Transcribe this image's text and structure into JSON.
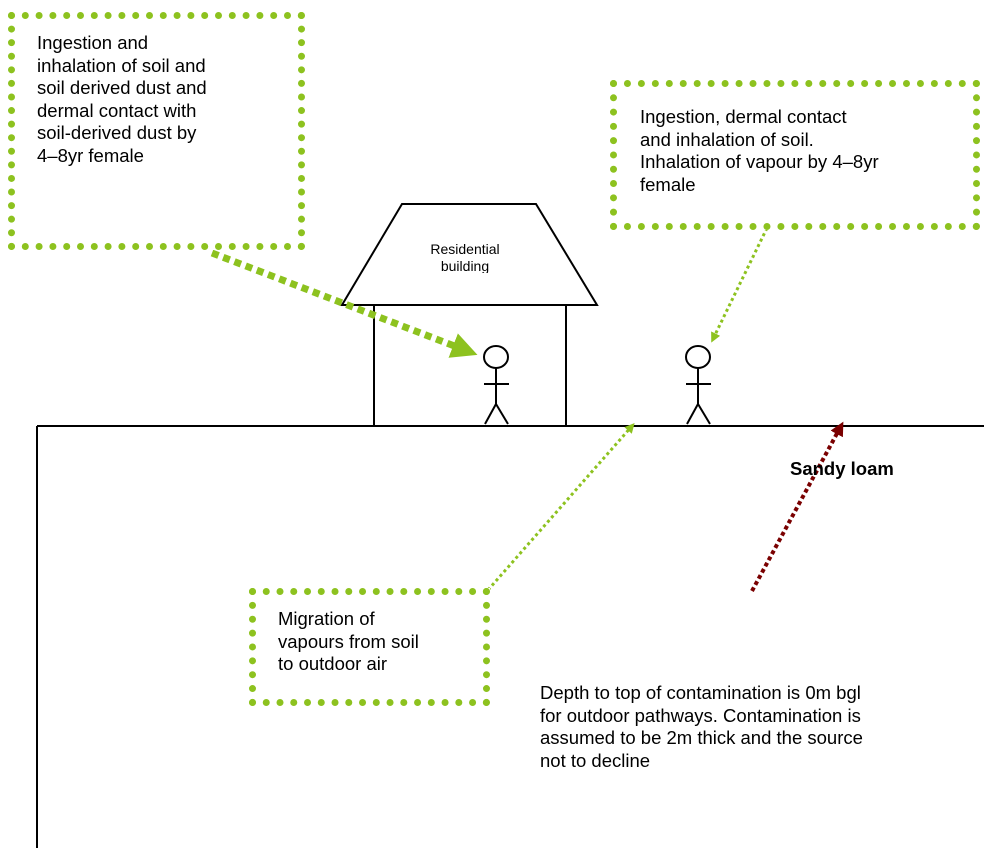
{
  "receptor_boxes": {
    "indoor": "Ingestion and\ninhalation of soil and\nsoil derived dust and\ndermal contact with\nsoil-derived dust by\n4–8yr female",
    "outdoor": "Ingestion, dermal contact\nand inhalation of soil.\nInhalation of vapour by 4–8yr\nfemale",
    "migration": "Migration of\nvapours from soil\nto outdoor air"
  },
  "building_label": "Residential\nbuilding",
  "soil_label": "Sandy loam",
  "depth_note": "Depth to top of contamination is 0m bgl\nfor outdoor pathways. Contamination is\nassumed to be 2m thick and the source\nnot to decline",
  "colors": {
    "pathway_arrow": "#8dc21f",
    "migration_arrow": "#7a0000",
    "box_border": "#8dc21f"
  }
}
